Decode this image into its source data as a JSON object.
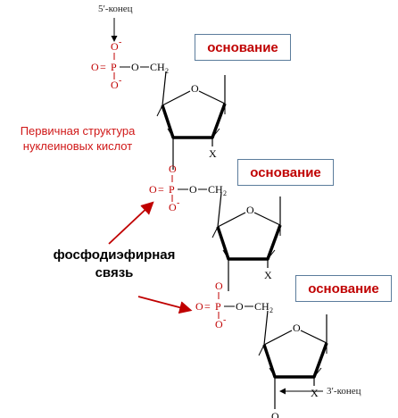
{
  "five_prime_label": "5′-конец",
  "three_prime_label": "3′-конец",
  "title_line1": "Первичная структура",
  "title_line2": "нуклеиновых кислот",
  "bond_line1": "фосфодиэфирная",
  "bond_line2": "связь",
  "base_label": "основание",
  "atoms": {
    "O": "O",
    "P": "P",
    "minus": "-",
    "O_minus": "O",
    "equals": "=",
    "ch2": "CH",
    "ch2_sub": "2",
    "x": "X"
  },
  "colors": {
    "phosphate": "#c00000",
    "arrow": "#c00000",
    "title": "#d01818",
    "box_border": "#5b7c9c"
  }
}
